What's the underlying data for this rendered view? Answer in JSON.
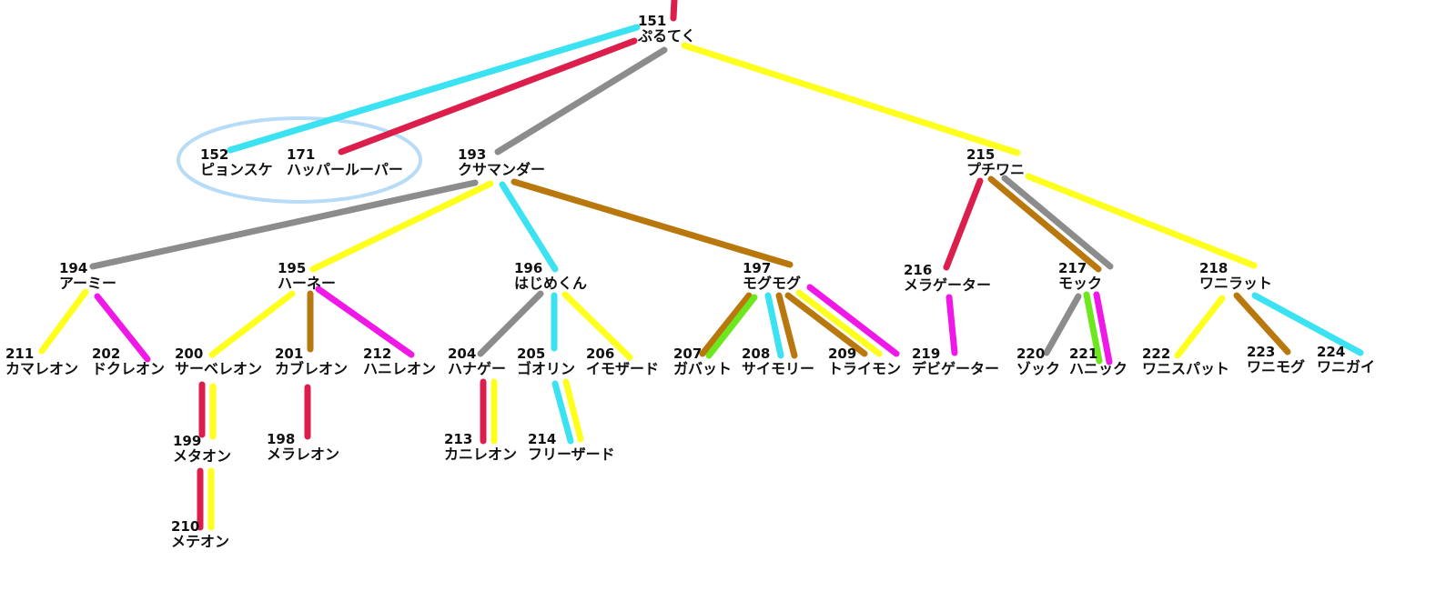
{
  "colors": {
    "red": "#dc1e4c",
    "cyan": "#3ae2f2",
    "gray": "#8c8c8c",
    "yellow": "#ffff1e",
    "brown": "#b8780e",
    "magenta": "#f018e6",
    "green": "#6ee81e",
    "ellipse": "#b7dcf7"
  },
  "nodes": [
    {
      "id": "151",
      "name": "ぷるてく"
    },
    {
      "id": "152",
      "name": "ピョンスケ"
    },
    {
      "id": "171",
      "name": "ハッパールーパー"
    },
    {
      "id": "193",
      "name": "クサマンダー"
    },
    {
      "id": "215",
      "name": "プチワニ"
    },
    {
      "id": "194",
      "name": "アーミー"
    },
    {
      "id": "195",
      "name": "ハーネー"
    },
    {
      "id": "196",
      "name": "はじめくん"
    },
    {
      "id": "197",
      "name": "モグモグ"
    },
    {
      "id": "216",
      "name": "メラゲーター"
    },
    {
      "id": "217",
      "name": "モック"
    },
    {
      "id": "218",
      "name": "ワニラット"
    },
    {
      "id": "211",
      "name": "カマレオン"
    },
    {
      "id": "202",
      "name": "ドクレオン"
    },
    {
      "id": "200",
      "name": "サーベレオン"
    },
    {
      "id": "201",
      "name": "カブレオン"
    },
    {
      "id": "212",
      "name": "ハニレオン"
    },
    {
      "id": "204",
      "name": "ハナゲー"
    },
    {
      "id": "205",
      "name": "ゴオリン"
    },
    {
      "id": "206",
      "name": "イモザード"
    },
    {
      "id": "207",
      "name": "ガバット"
    },
    {
      "id": "208",
      "name": "サイモリー"
    },
    {
      "id": "209",
      "name": "トライモン"
    },
    {
      "id": "219",
      "name": "デビゲーター"
    },
    {
      "id": "220",
      "name": "ゾック"
    },
    {
      "id": "221",
      "name": "ハニック"
    },
    {
      "id": "222",
      "name": "ワニスパット"
    },
    {
      "id": "223",
      "name": "ワニモグ"
    },
    {
      "id": "224",
      "name": "ワニガイ"
    },
    {
      "id": "199",
      "name": "メタオン"
    },
    {
      "id": "198",
      "name": "メラレオン"
    },
    {
      "id": "213",
      "name": "カニレオン"
    },
    {
      "id": "214",
      "name": "フリーザード"
    },
    {
      "id": "210",
      "name": "メテオン"
    }
  ]
}
